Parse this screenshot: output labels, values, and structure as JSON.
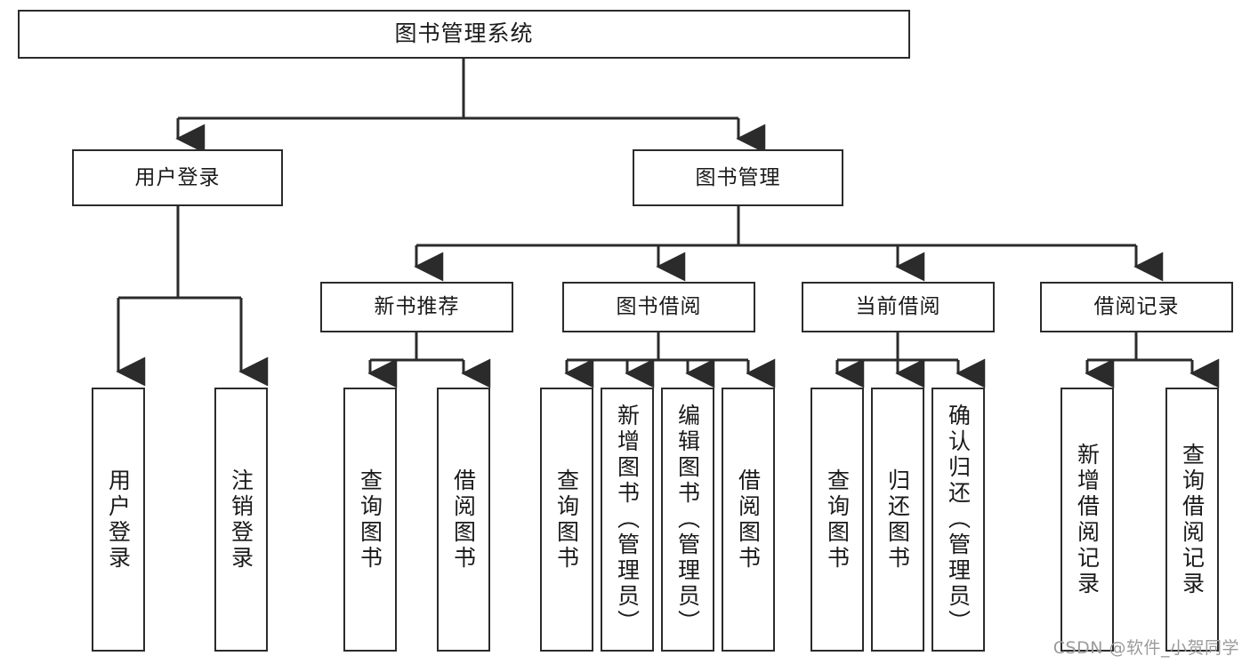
{
  "diagram": {
    "title": "图书管理系统",
    "type": "tree-hierarchy-diagram",
    "line_color": "#2b2b2b",
    "box_fill": "#ffffff",
    "text_color": "#1a1a1a",
    "levels": {
      "root": {
        "label": "图书管理系统"
      },
      "level2": [
        {
          "label": "用户登录"
        },
        {
          "label": "图书管理"
        }
      ],
      "level3": [
        {
          "label": "新书推荐"
        },
        {
          "label": "图书借阅"
        },
        {
          "label": "当前借阅"
        },
        {
          "label": "借阅记录"
        }
      ],
      "leaves": {
        "user_login": [
          {
            "label": "用户登录"
          },
          {
            "label": "注销登录"
          }
        ],
        "new_book_recommend": [
          {
            "label": "查询图书"
          },
          {
            "label": "借阅图书"
          }
        ],
        "book_borrow": [
          {
            "label": "查询图书"
          },
          {
            "label": "新增图书（管理员）"
          },
          {
            "label": "编辑图书（管理员）"
          },
          {
            "label": "借阅图书"
          }
        ],
        "current_borrow": [
          {
            "label": "查询图书"
          },
          {
            "label": "归还图书"
          },
          {
            "label": "确认归还（管理员）"
          }
        ],
        "borrow_record": [
          {
            "label": "新增借阅记录"
          },
          {
            "label": "查询借阅记录"
          }
        ]
      }
    }
  },
  "watermark": {
    "text": "CSDN @软件_小贺同学"
  }
}
